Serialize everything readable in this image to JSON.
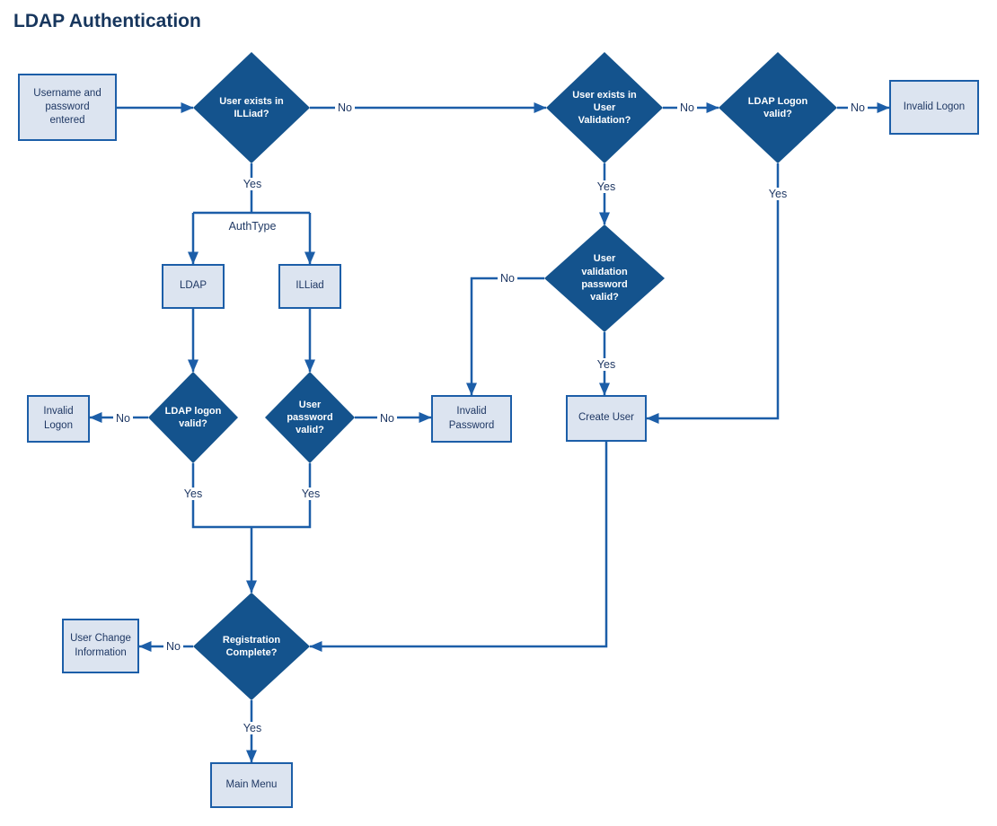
{
  "title": "LDAP Authentication",
  "colors": {
    "diamond_fill": "#14538D",
    "diamond_text": "#FFFFFF",
    "rect_fill": "#DCE4F0",
    "rect_border": "#1C5EA8",
    "rect_text": "#1F3864",
    "line_color": "#1C5EA8",
    "label_text": "#1F3864",
    "title_text": "#17365D"
  },
  "nodes": {
    "username_entered": "Username and password entered",
    "user_exists_illiad": "User exists in ILLiad?",
    "user_exists_validation": "User exists in User Validation?",
    "ldap_logon_valid_top": "LDAP Logon valid?",
    "invalid_logon_right": "Invalid Logon",
    "ldap": "LDAP",
    "illiad": "ILLiad",
    "ldap_logon_valid_left": "LDAP logon valid?",
    "user_password_valid": "User password valid?",
    "invalid_logon_left": "Invalid Logon",
    "invalid_password": "Invalid Password",
    "user_validation_password_valid": "User validation password valid?",
    "create_user": "Create User",
    "registration_complete": "Registration Complete?",
    "user_change_information": "User Change Information",
    "main_menu": "Main Menu"
  },
  "edge_labels": {
    "illiad_no": "No",
    "illiad_yes": "Yes",
    "authtype": "AuthType",
    "validation_exists_no": "No",
    "validation_exists_yes": "Yes",
    "ldap_logon_top_no": "No",
    "ldap_logon_top_yes": "Yes",
    "validation_password_no": "No",
    "validation_password_yes": "Yes",
    "ldap_logon_left_no": "No",
    "ldap_logon_left_yes": "Yes",
    "user_password_no": "No",
    "user_password_yes": "Yes",
    "registration_no": "No",
    "registration_yes": "Yes"
  }
}
